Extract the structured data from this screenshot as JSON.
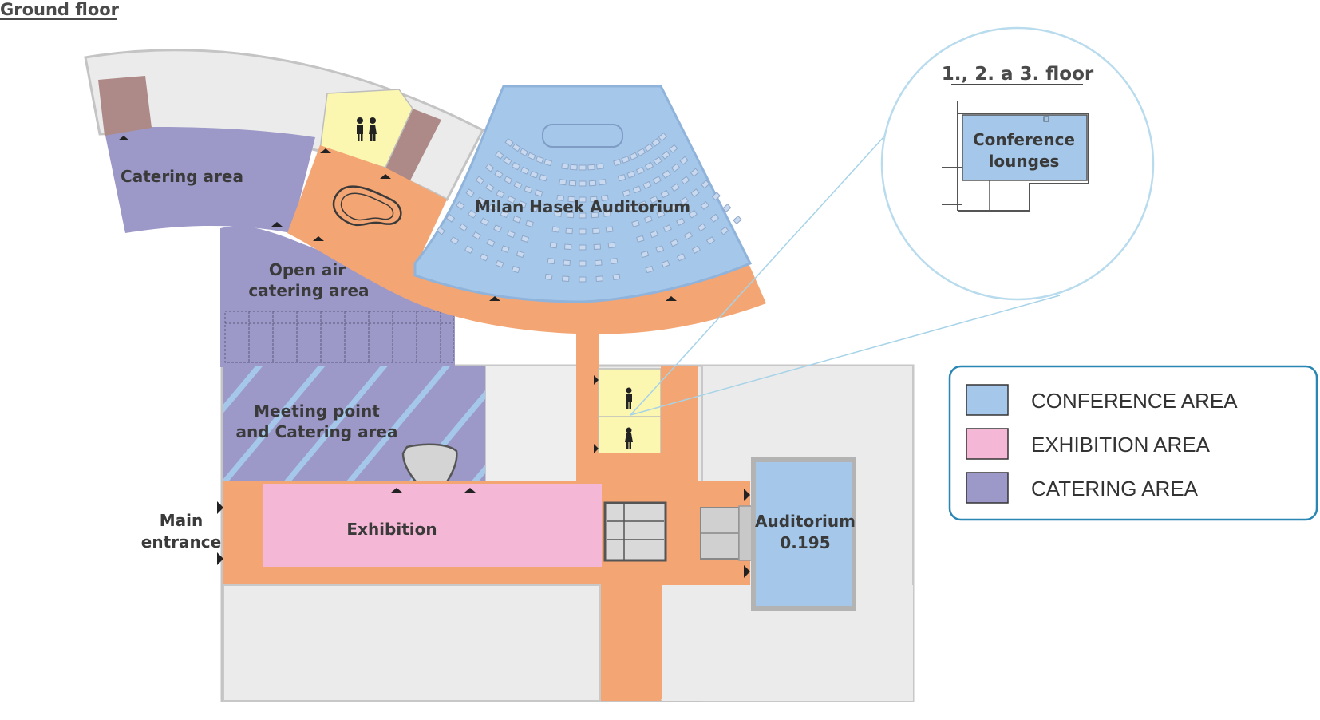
{
  "floor_title": "Ground floor",
  "inset": {
    "title": "1., 2. a 3. floor",
    "room_label_line1": "Conference",
    "room_label_line2": "lounges"
  },
  "rooms": {
    "catering_area": "Catering area",
    "open_air_line1": "Open air",
    "open_air_line2": "catering area",
    "milan_hasek": "Milan Hasek Auditorium",
    "meeting_line1": "Meeting point",
    "meeting_line2": "and Catering area",
    "exhibition": "Exhibition",
    "main_entrance_line1": "Main",
    "main_entrance_line2": "entrance",
    "auditorium_line1": "Auditorium",
    "auditorium_line2": "0.195"
  },
  "legend": {
    "items": [
      {
        "label": "CONFERENCE AREA",
        "color": "#a5c8ea"
      },
      {
        "label": "EXHIBITION AREA",
        "color": "#f4b8d6"
      },
      {
        "label": "CATERING AREA",
        "color": "#9c99c9"
      }
    ],
    "border_color": "#2a86b3"
  },
  "colors": {
    "corridor": "#f3a573",
    "conference": "#a5c8ea",
    "exhibition": "#f4b8d6",
    "catering": "#9c99c9",
    "restroom": "#fbf6b0",
    "service": "#ebebeb",
    "storage": "#ad8a87"
  },
  "icons": [
    "restroom-icon",
    "male-restroom-icon",
    "female-restroom-icon",
    "entrance-arrow-icon",
    "stairs-icon"
  ]
}
